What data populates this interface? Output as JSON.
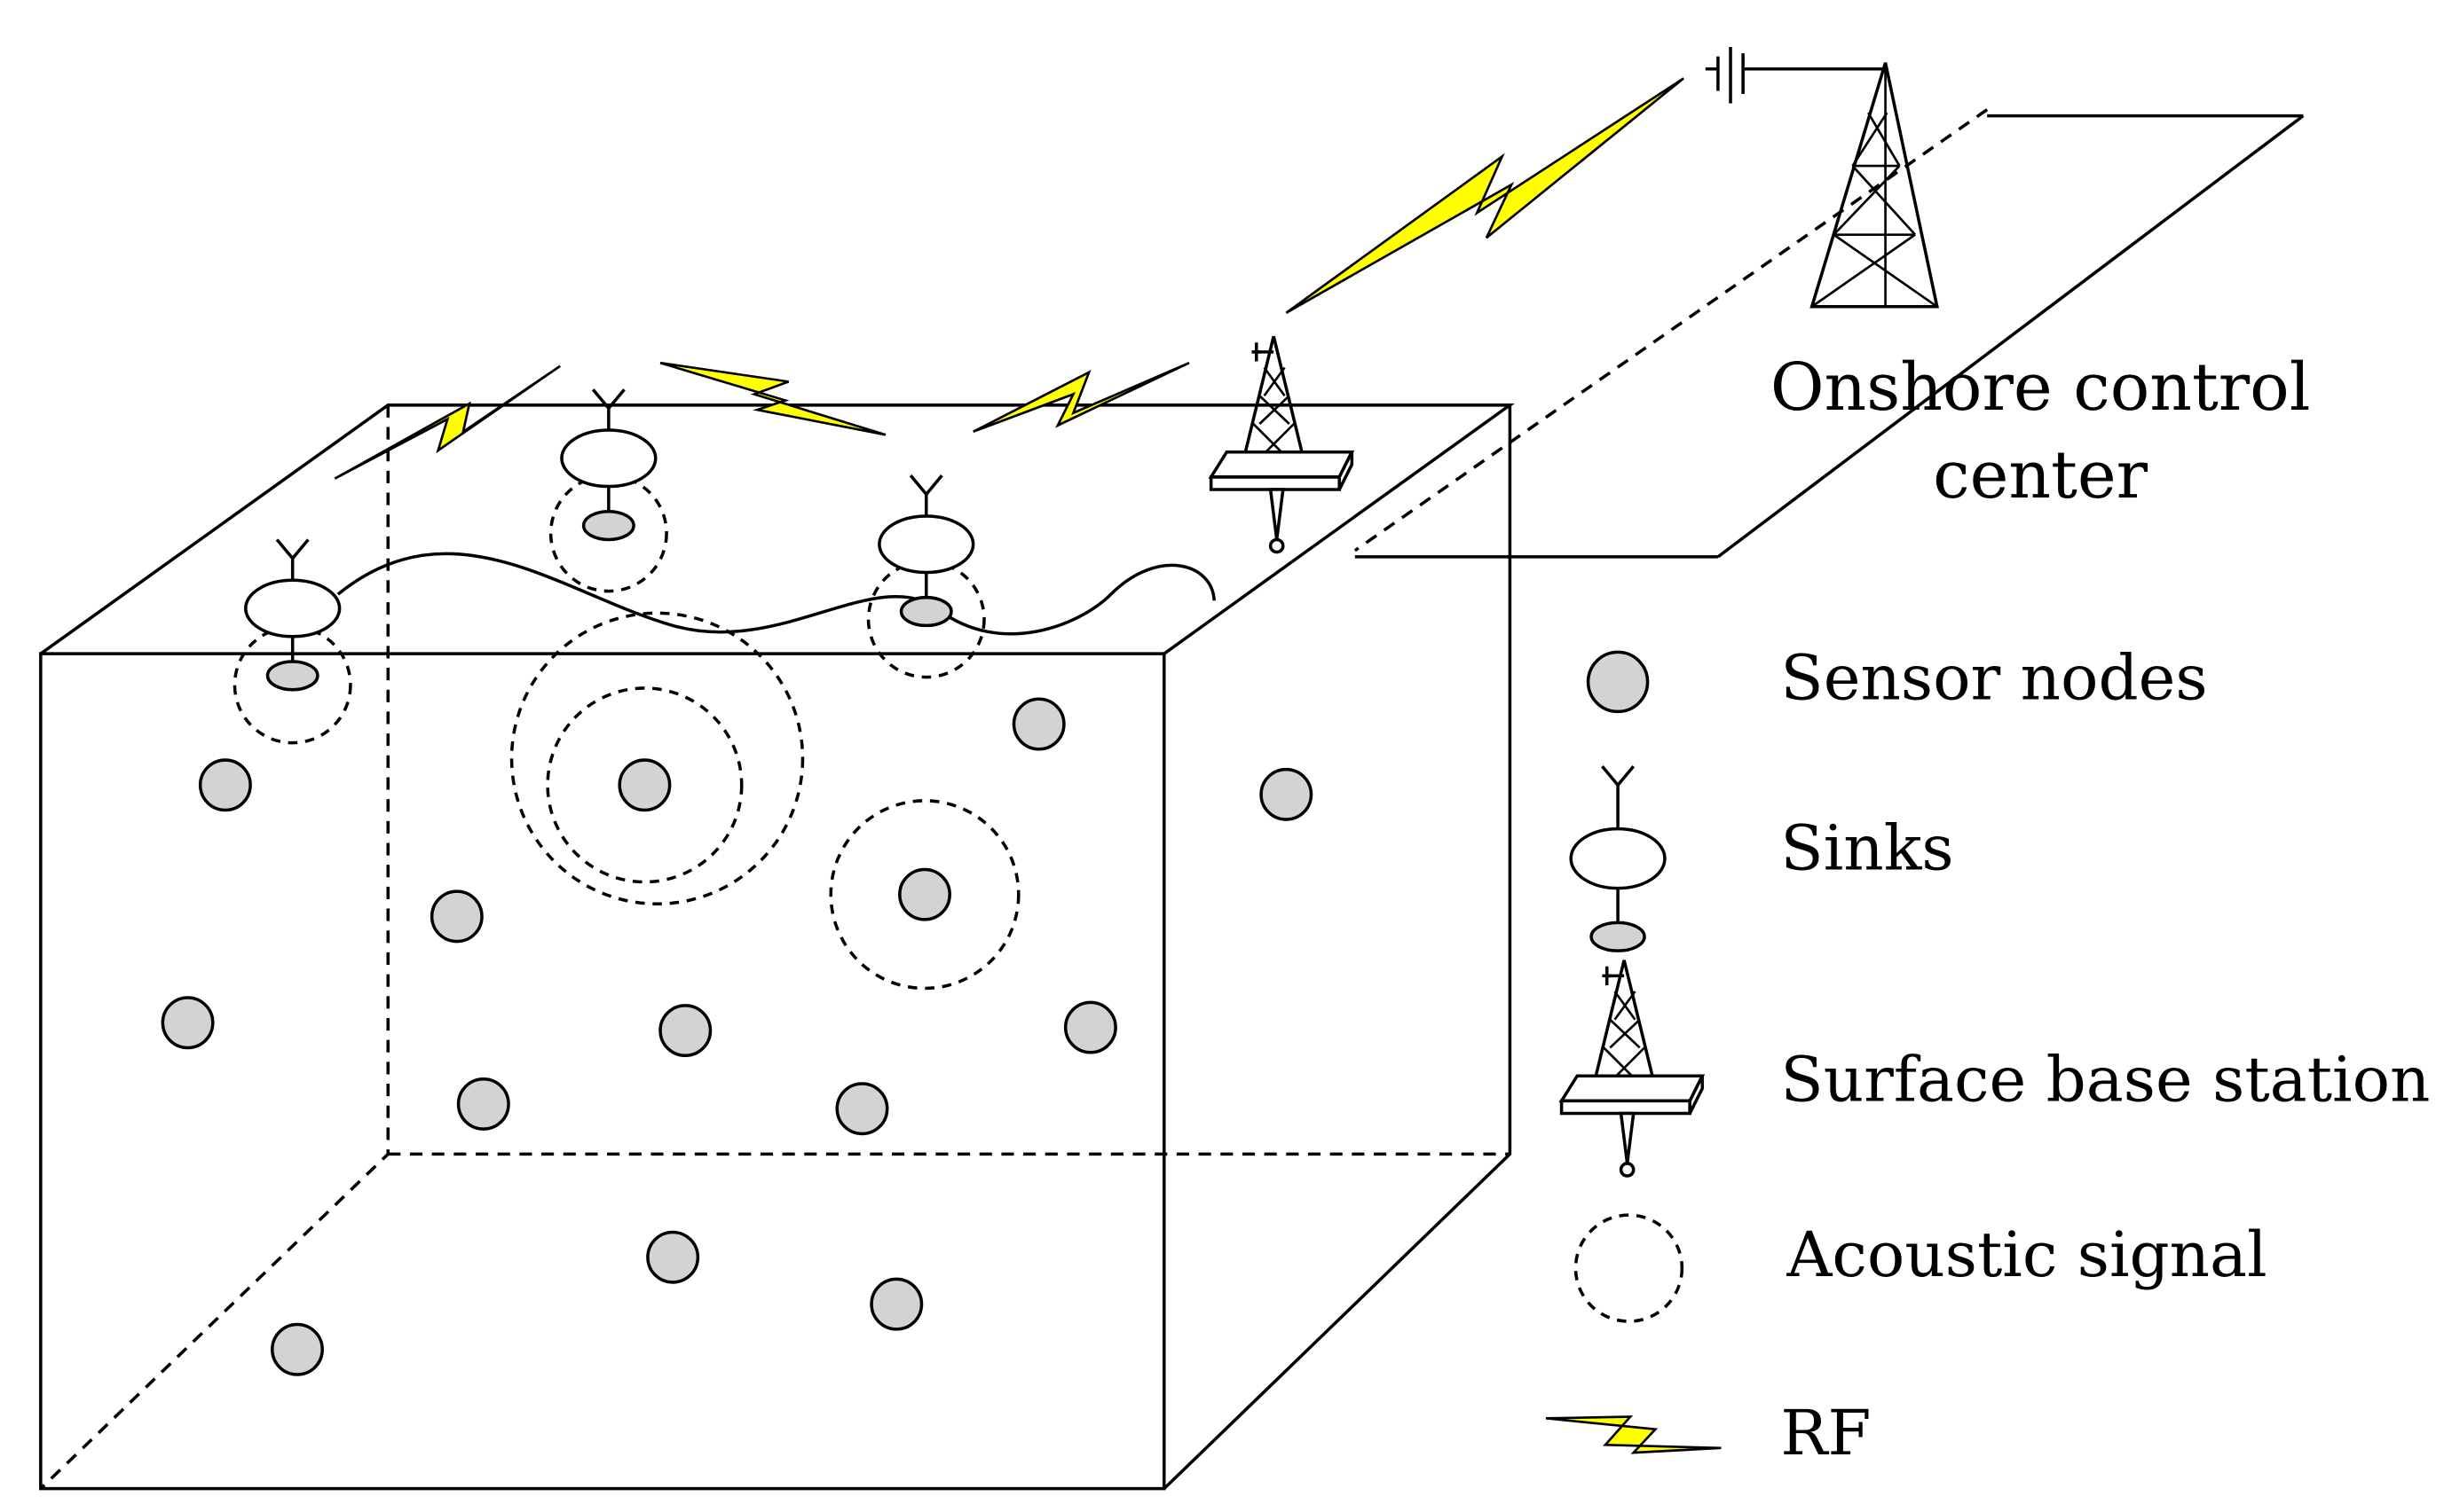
{
  "diagram": {
    "onshore_label_line1": "Onshore control",
    "onshore_label_line2": "center",
    "legend": {
      "sensor_nodes": "Sensor nodes",
      "sinks": "Sinks",
      "surface_base_station": "Surface base station",
      "acoustic_signal": "Acoustic signal",
      "rf": "RF"
    },
    "colors": {
      "sensor_node_fill": "#d3d3d3",
      "rf_bolt_fill": "#ffff00",
      "stroke": "#000000"
    },
    "icons": {
      "sensor_node": "filled-gray-circle",
      "sink": "buoy-with-antenna",
      "surface_base_station": "tower-on-platform",
      "acoustic_signal": "dashed-circle",
      "rf": "lightning-bolt"
    }
  }
}
